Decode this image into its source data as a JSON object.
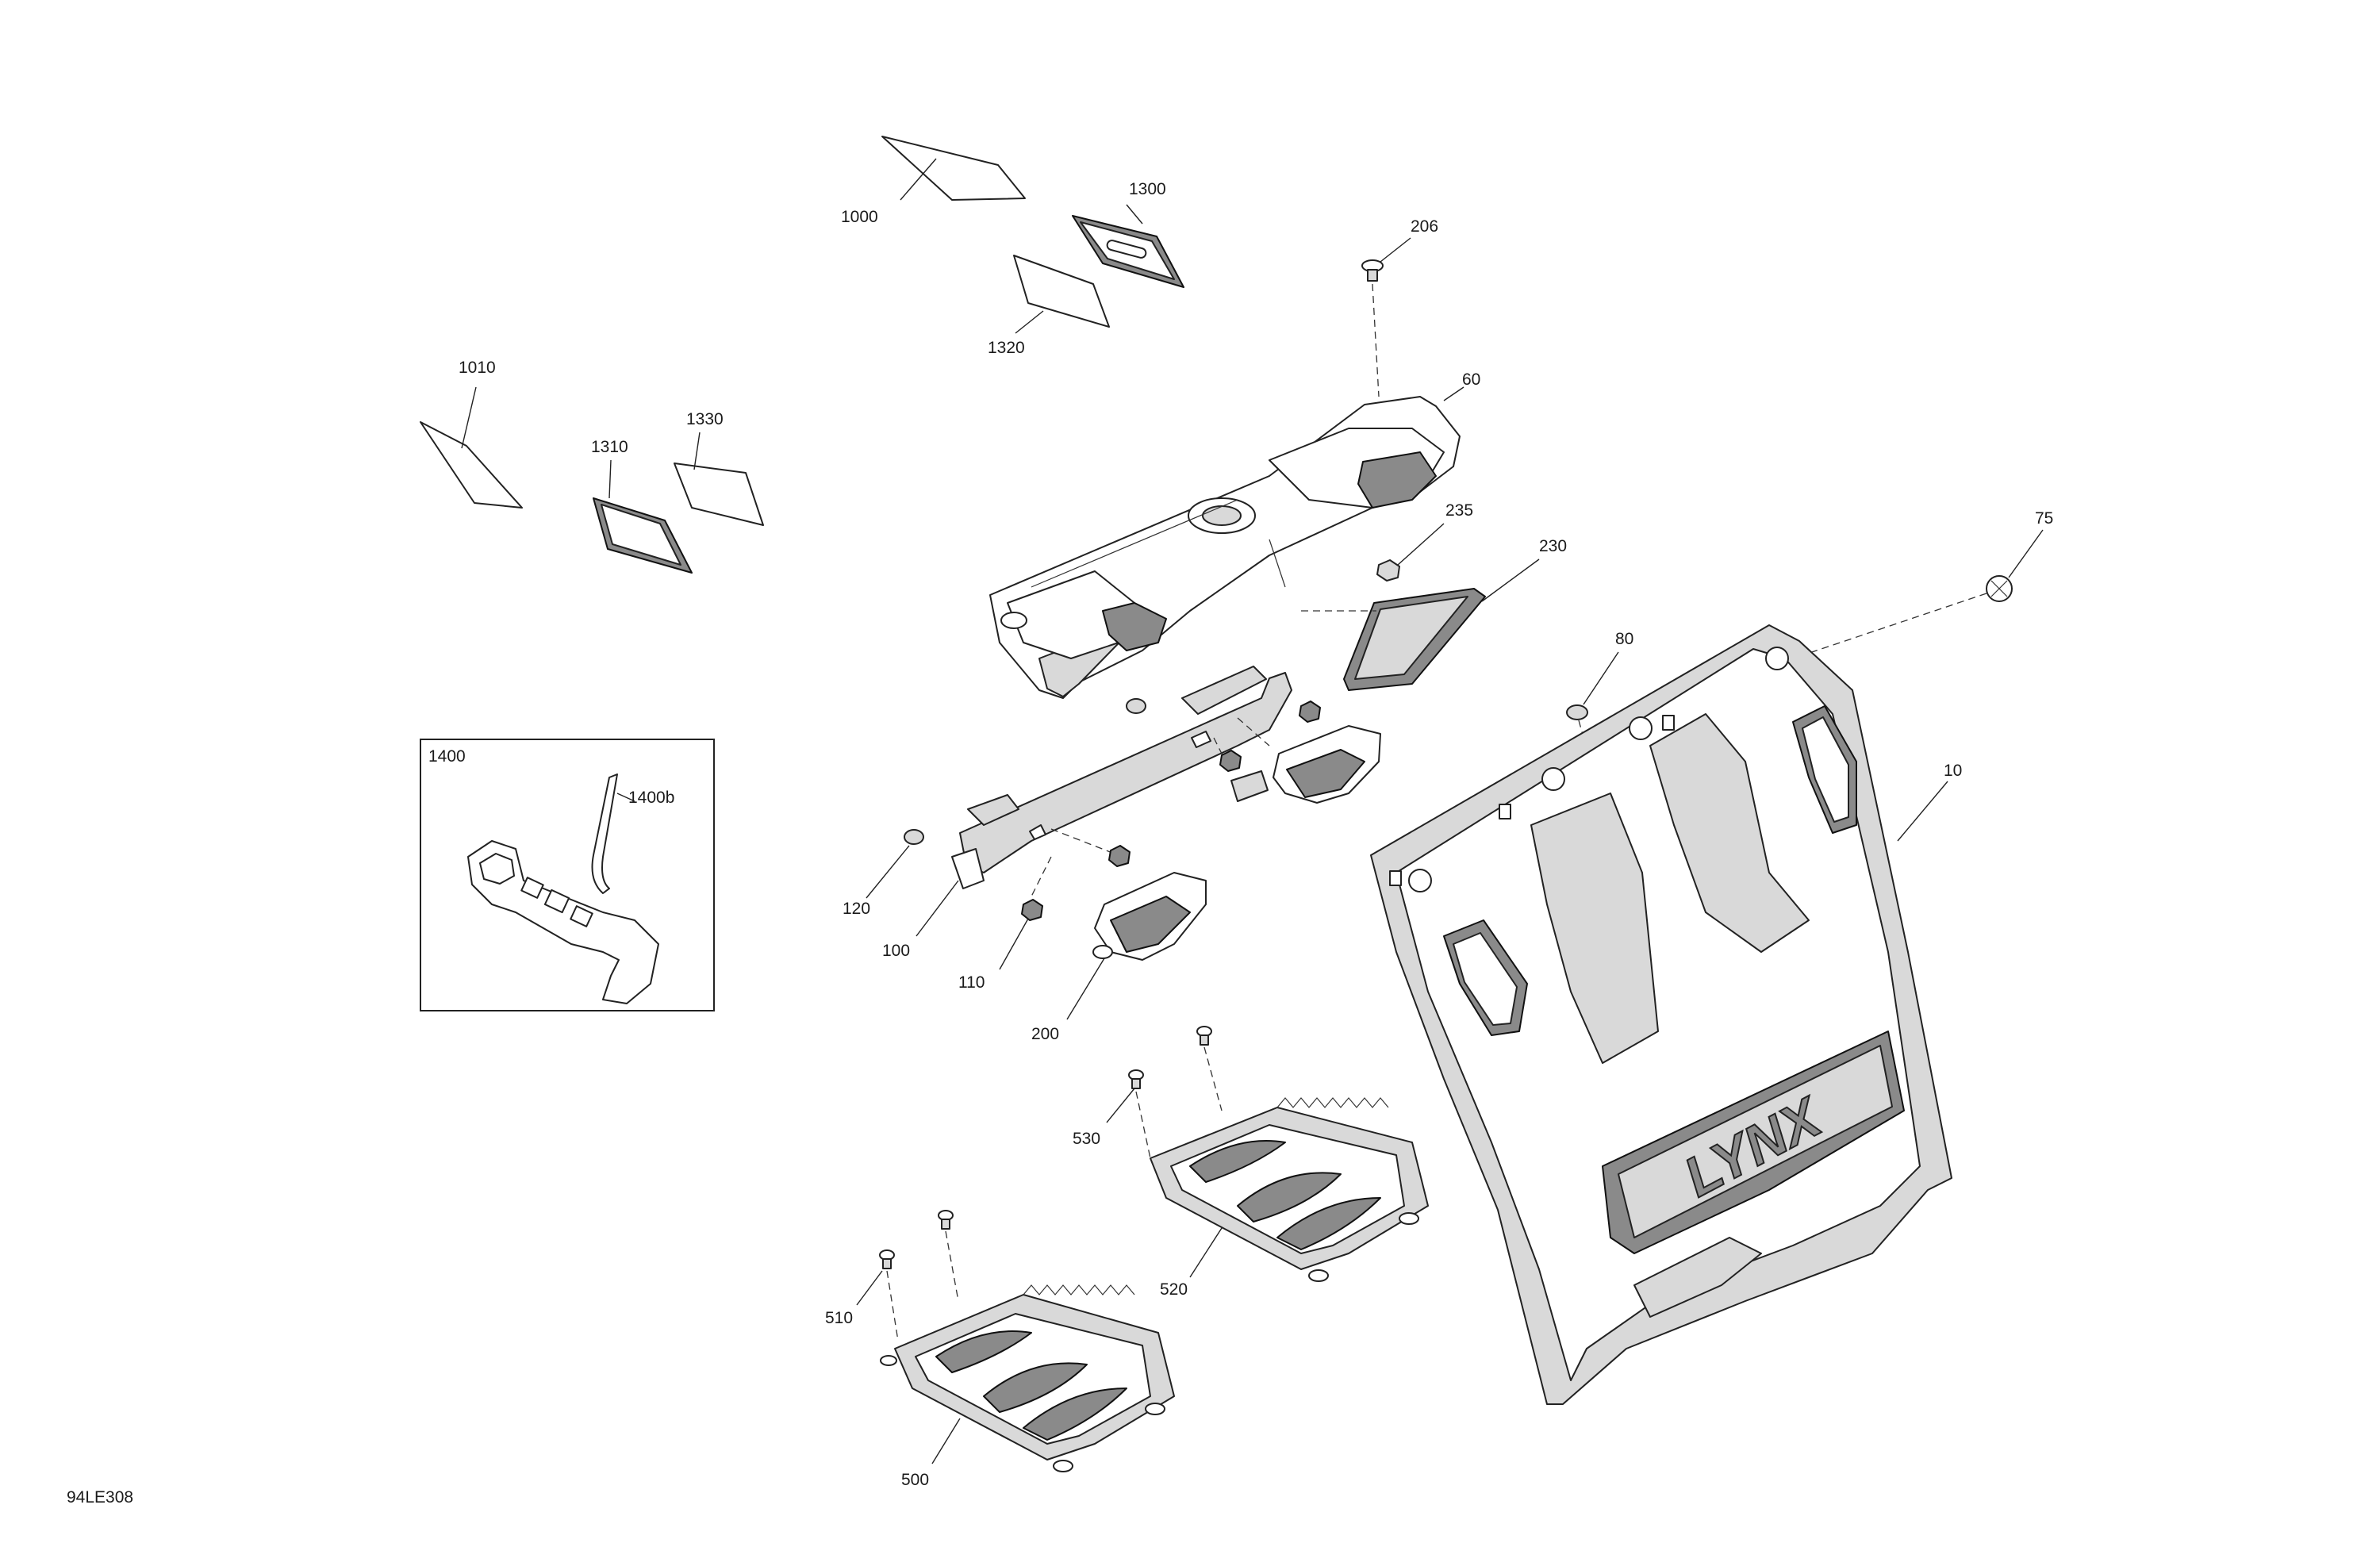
{
  "diagram": {
    "code": "94LE308",
    "callouts": {
      "c1000": "1000",
      "c1300": "1300",
      "c1320": "1320",
      "c206": "206",
      "c1010": "1010",
      "c1330": "1330",
      "c1310": "1310",
      "c60": "60",
      "c235": "235",
      "c230": "230",
      "c75": "75",
      "c80": "80",
      "c10": "10",
      "c1400": "1400",
      "c1400b": "1400b",
      "c120": "120",
      "c100": "100",
      "c110": "110",
      "c200": "200",
      "c530": "530",
      "c520": "520",
      "c510": "510",
      "c500": "500"
    }
  }
}
